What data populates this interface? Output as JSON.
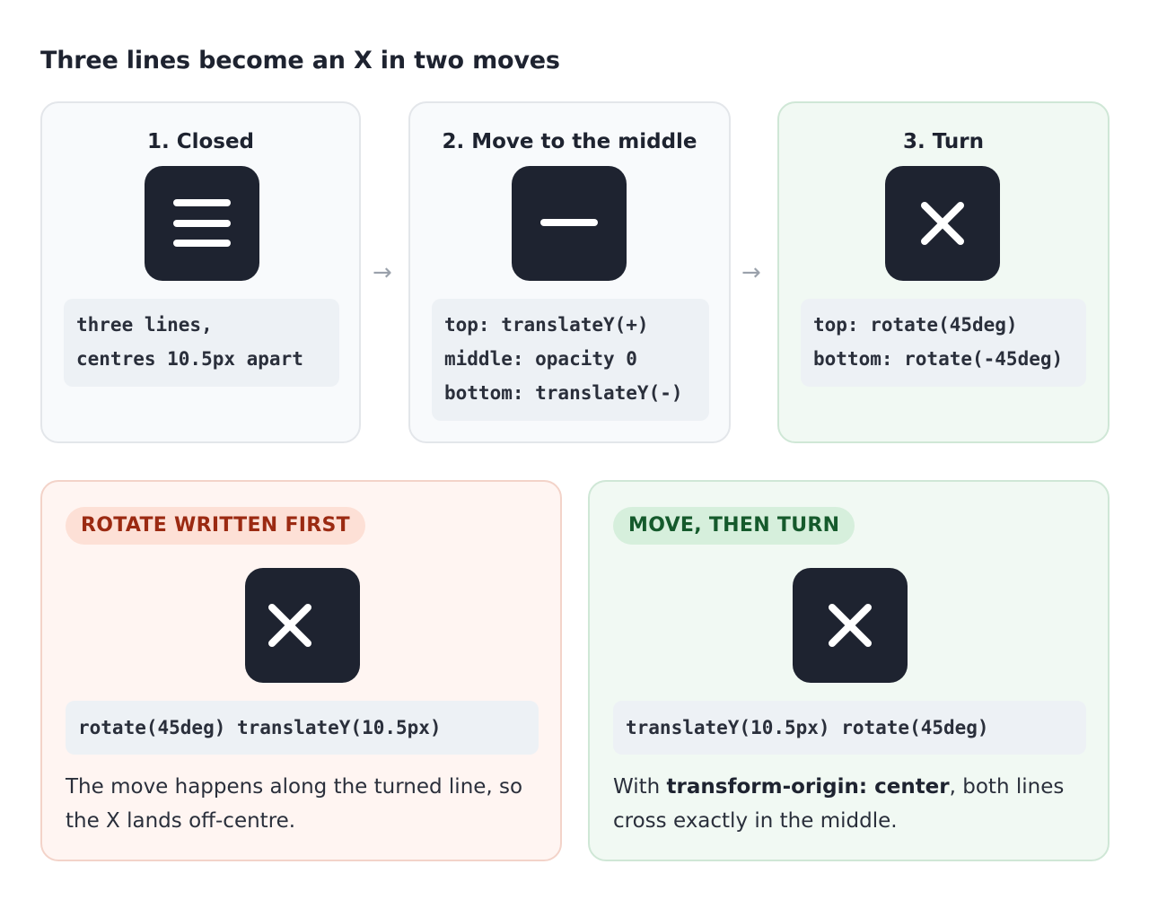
{
  "title": "Three lines become an X in two moves",
  "steps": [
    {
      "title": "1. Closed",
      "icon": "hamburger-icon",
      "code": [
        "three lines,",
        "centres 10.5px apart"
      ]
    },
    {
      "title": "2. Move to the middle",
      "icon": "minus-icon",
      "code": [
        "top: translateY(+)",
        "middle: opacity 0",
        "bottom: translateY(-)"
      ]
    },
    {
      "title": "3. Turn",
      "icon": "close-x-icon",
      "code": [
        "top: rotate(45deg)",
        "bottom: rotate(-45deg)"
      ]
    }
  ],
  "arrows": [
    "→",
    "→"
  ],
  "comparisons": {
    "wrong": {
      "badge": "ROTATE WRITTEN FIRST",
      "icon": "off-centre-x-icon",
      "code": "rotate(45deg) translateY(10.5px)",
      "desc_line1": "The move happens along the turned line, so",
      "desc_line2": "the X lands off-centre."
    },
    "right": {
      "badge": "MOVE, THEN TURN",
      "icon": "centred-x-icon",
      "code": "translateY(10.5px) rotate(45deg)",
      "desc_prefix": "With ",
      "desc_bold": "transform-origin: center",
      "desc_suffix": ", both lines",
      "desc_line2": "cross exactly in the middle."
    }
  },
  "colors": {
    "tile": "#1e2330",
    "neutral_card": "#f8fafc",
    "green_card": "#f1f9f3",
    "red_card": "#fff5f2",
    "red_badge_text": "#9b2a12",
    "green_badge_text": "#155a2c"
  }
}
